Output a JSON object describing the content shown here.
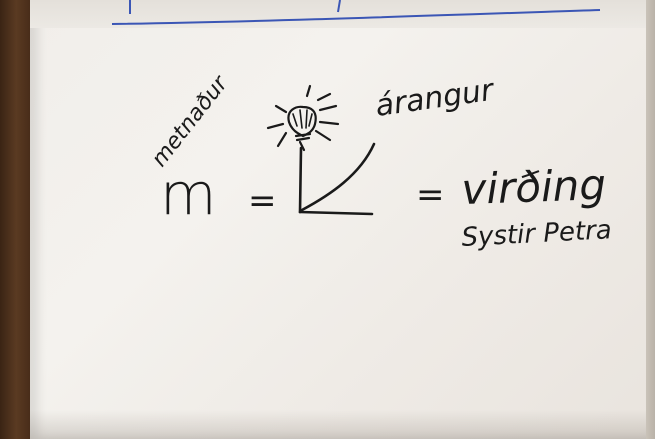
{
  "whiteboard": {
    "label_top_left": "metnaður",
    "label_top_right": "árangur",
    "variable": "m",
    "equals_left": "=",
    "equals_right": "=",
    "result": "virðing",
    "signature": "Systir Petra"
  },
  "colors": {
    "ink": "#1a1a1a",
    "blue_line": "#3b56b5",
    "paper": "#f2efeb",
    "wall": "#4a2e1a"
  },
  "icons": {
    "lightbulb": "lightbulb-icon"
  }
}
